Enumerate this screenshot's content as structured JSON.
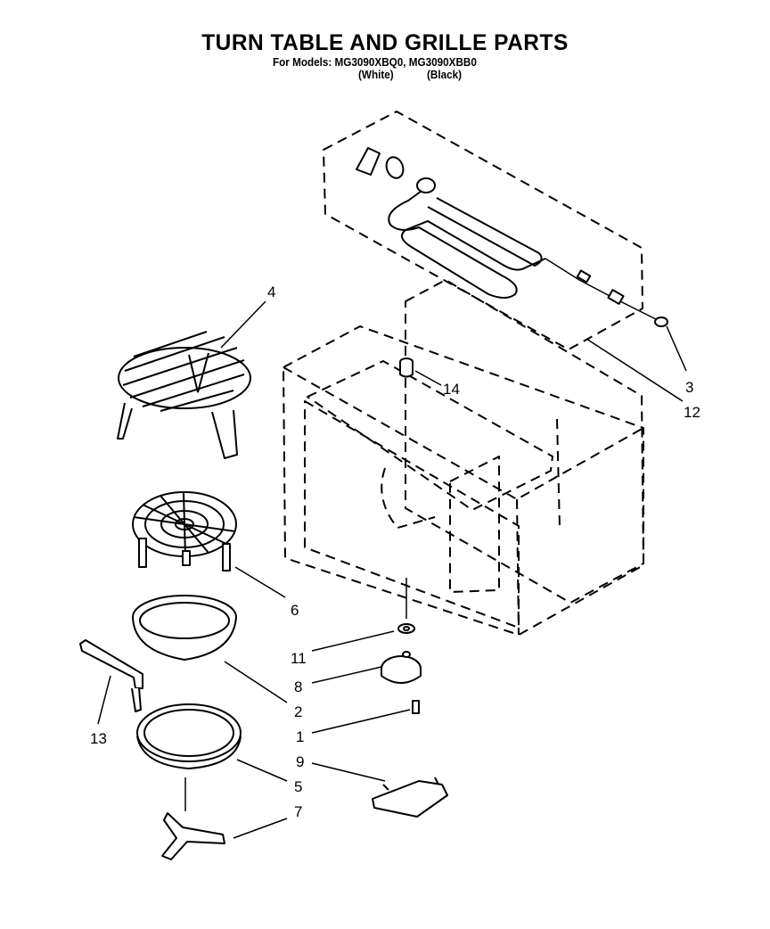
{
  "header": {
    "title": "TURN TABLE AND GRILLE PARTS",
    "models_line": "For Models: MG3090XBQ0, MG3090XBB0",
    "variant_white": "(White)",
    "variant_black": "(Black)"
  },
  "callouts": {
    "c1": "1",
    "c2": "2",
    "c3": "3",
    "c4": "4",
    "c5": "5",
    "c6": "6",
    "c7": "7",
    "c8": "8",
    "c9": "9",
    "c11": "11",
    "c12": "12",
    "c13": "13",
    "c14": "14"
  }
}
